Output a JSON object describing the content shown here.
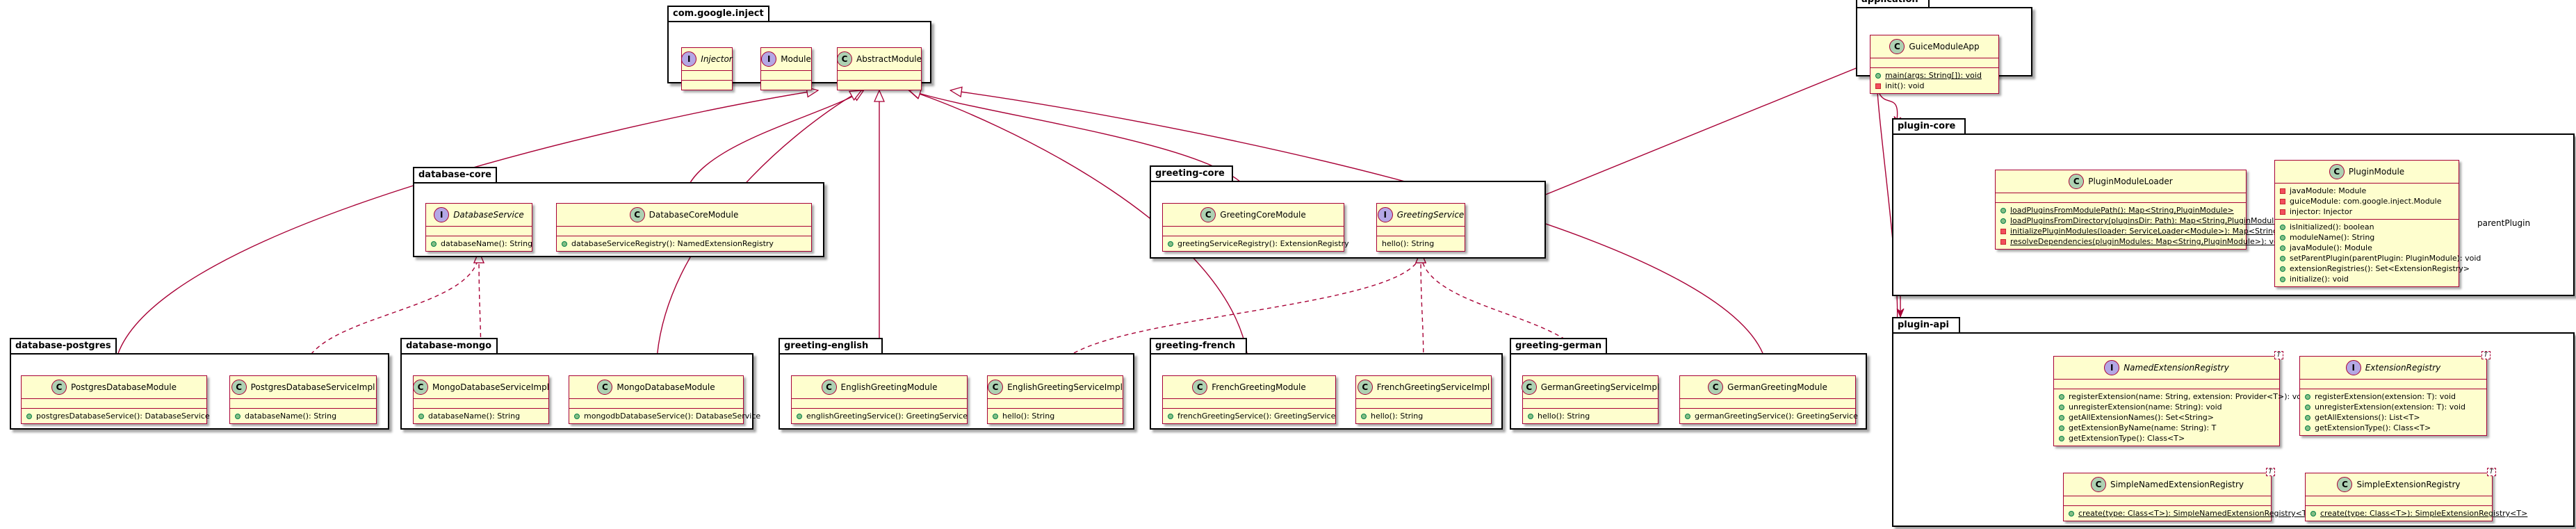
{
  "packages": [
    {
      "id": "com.google.inject",
      "title": "com.google.inject"
    },
    {
      "id": "database-core",
      "title": "database-core"
    },
    {
      "id": "database-postgres",
      "title": "database-postgres"
    },
    {
      "id": "database-mongo",
      "title": "database-mongo"
    },
    {
      "id": "greeting-core",
      "title": "greeting-core"
    },
    {
      "id": "greeting-english",
      "title": "greeting-english"
    },
    {
      "id": "greeting-french",
      "title": "greeting-french"
    },
    {
      "id": "greeting-german",
      "title": "greeting-german"
    },
    {
      "id": "application",
      "title": "application"
    },
    {
      "id": "plugin-core",
      "title": "plugin-core"
    },
    {
      "id": "plugin-api",
      "title": "plugin-api"
    }
  ],
  "classes": [
    {
      "id": "Injector",
      "type": "I",
      "name": "Injector",
      "abstract": true,
      "fields": [],
      "methods": []
    },
    {
      "id": "Module",
      "type": "I",
      "name": "Module",
      "abstract": false,
      "fields": [],
      "methods": []
    },
    {
      "id": "AbstractModule",
      "type": "C",
      "name": "AbstractModule",
      "abstract": false,
      "fields": [],
      "methods": []
    },
    {
      "id": "DatabaseService",
      "type": "I",
      "name": "DatabaseService",
      "abstract": true,
      "fields": [],
      "methods": [
        {
          "vis": "pub",
          "text": "databaseName(): String"
        }
      ]
    },
    {
      "id": "DatabaseCoreModule",
      "type": "C",
      "name": "DatabaseCoreModule",
      "abstract": false,
      "fields": [],
      "methods": [
        {
          "vis": "pub",
          "text": "databaseServiceRegistry(): NamedExtensionRegistry"
        }
      ]
    },
    {
      "id": "PostgresDatabaseModule",
      "type": "C",
      "name": "PostgresDatabaseModule",
      "abstract": false,
      "fields": [],
      "methods": [
        {
          "vis": "pub",
          "text": "postgresDatabaseService(): DatabaseService"
        }
      ]
    },
    {
      "id": "PostgresDatabaseServiceImpl",
      "type": "C",
      "name": "PostgresDatabaseServiceImpl",
      "abstract": false,
      "fields": [],
      "methods": [
        {
          "vis": "pub",
          "text": "databaseName(): String"
        }
      ]
    },
    {
      "id": "MongoDatabaseServiceImpl",
      "type": "C",
      "name": "MongoDatabaseServiceImpl",
      "abstract": false,
      "fields": [],
      "methods": [
        {
          "vis": "pub",
          "text": "databaseName(): String"
        }
      ]
    },
    {
      "id": "MongoDatabaseModule",
      "type": "C",
      "name": "MongoDatabaseModule",
      "abstract": false,
      "fields": [],
      "methods": [
        {
          "vis": "pub",
          "text": "mongodbDatabaseService(): DatabaseService"
        }
      ]
    },
    {
      "id": "GreetingCoreModule",
      "type": "C",
      "name": "GreetingCoreModule",
      "abstract": false,
      "fields": [],
      "methods": [
        {
          "vis": "pub",
          "text": "greetingServiceRegistry(): ExtensionRegistry"
        }
      ]
    },
    {
      "id": "GreetingService",
      "type": "I",
      "name": "GreetingService",
      "abstract": true,
      "fields": [],
      "methods": [
        {
          "vis": "none",
          "text": "hello(): String"
        }
      ]
    },
    {
      "id": "EnglishGreetingModule",
      "type": "C",
      "name": "EnglishGreetingModule",
      "abstract": false,
      "fields": [],
      "methods": [
        {
          "vis": "pub",
          "text": "englishGreetingService(): GreetingService"
        }
      ]
    },
    {
      "id": "EnglishGreetingServiceImpl",
      "type": "C",
      "name": "EnglishGreetingServiceImpl",
      "abstract": false,
      "fields": [],
      "methods": [
        {
          "vis": "pub",
          "text": "hello(): String"
        }
      ]
    },
    {
      "id": "FrenchGreetingModule",
      "type": "C",
      "name": "FrenchGreetingModule",
      "abstract": false,
      "fields": [],
      "methods": [
        {
          "vis": "pub",
          "text": "frenchGreetingService(): GreetingService"
        }
      ]
    },
    {
      "id": "FrenchGreetingServiceImpl",
      "type": "C",
      "name": "FrenchGreetingServiceImpl",
      "abstract": false,
      "fields": [],
      "methods": [
        {
          "vis": "pub",
          "text": "hello(): String"
        }
      ]
    },
    {
      "id": "GermanGreetingServiceImpl",
      "type": "C",
      "name": "GermanGreetingServiceImpl",
      "abstract": false,
      "fields": [],
      "methods": [
        {
          "vis": "pub",
          "text": "hello(): String"
        }
      ]
    },
    {
      "id": "GermanGreetingModule",
      "type": "C",
      "name": "GermanGreetingModule",
      "abstract": false,
      "fields": [],
      "methods": [
        {
          "vis": "pub",
          "text": "germanGreetingService(): GreetingService"
        }
      ]
    },
    {
      "id": "GuiceModuleApp",
      "type": "C",
      "name": "GuiceModuleApp",
      "abstract": false,
      "fields": [],
      "methods": [
        {
          "vis": "pub",
          "text": "main(args: String[]): void",
          "static": true
        },
        {
          "vis": "priv",
          "text": "init(): void"
        }
      ]
    },
    {
      "id": "PluginModuleLoader",
      "type": "C",
      "name": "PluginModuleLoader",
      "abstract": false,
      "fields": [],
      "methods": [
        {
          "vis": "pub",
          "text": "loadPluginsFromModulePath(): Map<String,PluginModule>",
          "static": true
        },
        {
          "vis": "pub",
          "text": "loadPluginsFromDirectory(pluginsDir: Path): Map<String,PluginModule>",
          "static": true
        },
        {
          "vis": "priv",
          "text": "initializePluginModules(loader: ServiceLoader<Module>): Map<String,PluginModule>",
          "static": true
        },
        {
          "vis": "priv",
          "text": "resolveDependencies(pluginModules: Map<String,PluginModule>): void",
          "static": true
        }
      ]
    },
    {
      "id": "PluginModule",
      "type": "C",
      "name": "PluginModule",
      "abstract": false,
      "fields": [
        {
          "vis": "priv",
          "text": "javaModule: Module"
        },
        {
          "vis": "priv",
          "text": "guiceModule: com.google.inject.Module"
        },
        {
          "vis": "priv",
          "text": "injector: Injector"
        }
      ],
      "methods": [
        {
          "vis": "pub",
          "text": "isInitialized(): boolean"
        },
        {
          "vis": "pub",
          "text": "moduleName(): String"
        },
        {
          "vis": "pub",
          "text": "javaModule(): Module"
        },
        {
          "vis": "pub",
          "text": "setParentPlugin(parentPlugin: PluginModule): void"
        },
        {
          "vis": "pub",
          "text": "extensionRegistries(): Set<ExtensionRegistry>"
        },
        {
          "vis": "pub",
          "text": "initialize(): void"
        }
      ]
    },
    {
      "id": "NamedExtensionRegistry",
      "type": "I",
      "name": "NamedExtensionRegistry",
      "abstract": true,
      "generic": "T",
      "fields": [],
      "methods": [
        {
          "vis": "pub",
          "text": "registerExtension(name: String, extension: Provider<T>): void"
        },
        {
          "vis": "pub",
          "text": "unregisterExtension(name: String): void"
        },
        {
          "vis": "pub",
          "text": "getAllExtensionNames(): Set<String>"
        },
        {
          "vis": "pub",
          "text": "getExtensionByName(name: String): T"
        },
        {
          "vis": "pub",
          "text": "getExtensionType(): Class<T>"
        }
      ]
    },
    {
      "id": "ExtensionRegistry",
      "type": "I",
      "name": "ExtensionRegistry",
      "abstract": true,
      "generic": "T",
      "fields": [],
      "methods": [
        {
          "vis": "pub",
          "text": "registerExtension(extension: T): void"
        },
        {
          "vis": "pub",
          "text": "unregisterExtension(extension: T): void"
        },
        {
          "vis": "pub",
          "text": "getAllExtensions(): List<T>"
        },
        {
          "vis": "pub",
          "text": "getExtensionType(): Class<T>"
        }
      ]
    },
    {
      "id": "SimpleNamedExtensionRegistry",
      "type": "C",
      "name": "SimpleNamedExtensionRegistry",
      "abstract": false,
      "generic": "T",
      "fields": [],
      "methods": [
        {
          "vis": "pub",
          "text": "create(type: Class<T>): SimpleNamedExtensionRegistry<T>",
          "static": true
        }
      ]
    },
    {
      "id": "SimpleExtensionRegistry",
      "type": "C",
      "name": "SimpleExtensionRegistry",
      "abstract": false,
      "generic": "T",
      "fields": [],
      "methods": [
        {
          "vis": "pub",
          "text": "create(type: Class<T>): SimpleExtensionRegistry<T>",
          "static": true
        }
      ]
    }
  ],
  "relations": [
    {
      "from": "Module",
      "to": "AbstractModule",
      "kind": "realization"
    },
    {
      "from": "AbstractModule",
      "to": "PostgresDatabaseModule",
      "kind": "extension"
    },
    {
      "from": "AbstractModule",
      "to": "DatabaseCoreModule",
      "kind": "extension"
    },
    {
      "from": "AbstractModule",
      "to": "MongoDatabaseModule",
      "kind": "extension"
    },
    {
      "from": "AbstractModule",
      "to": "EnglishGreetingModule",
      "kind": "extension"
    },
    {
      "from": "AbstractModule",
      "to": "FrenchGreetingModule",
      "kind": "extension"
    },
    {
      "from": "AbstractModule",
      "to": "GreetingCoreModule",
      "kind": "extension"
    },
    {
      "from": "AbstractModule",
      "to": "GermanGreetingModule",
      "kind": "extension"
    },
    {
      "from": "DatabaseService",
      "to": "PostgresDatabaseServiceImpl",
      "kind": "realization"
    },
    {
      "from": "DatabaseService",
      "to": "MongoDatabaseServiceImpl",
      "kind": "realization"
    },
    {
      "from": "GreetingService",
      "to": "EnglishGreetingServiceImpl",
      "kind": "realization"
    },
    {
      "from": "GreetingService",
      "to": "FrenchGreetingServiceImpl",
      "kind": "realization"
    },
    {
      "from": "GreetingService",
      "to": "GermanGreetingServiceImpl",
      "kind": "realization"
    },
    {
      "from": "NamedExtensionRegistry",
      "to": "SimpleNamedExtensionRegistry",
      "kind": "realization"
    },
    {
      "from": "ExtensionRegistry",
      "to": "SimpleExtensionRegistry",
      "kind": "realization"
    },
    {
      "from": "application",
      "to": "GreetingService",
      "kind": "dependency"
    },
    {
      "from": "application",
      "to": "plugin-core",
      "kind": "dependency"
    },
    {
      "from": "application",
      "to": "plugin-api",
      "kind": "dependency"
    },
    {
      "from": "plugin-core",
      "to": "plugin-api",
      "kind": "dependency"
    },
    {
      "from": "PluginModule",
      "to": "PluginModule",
      "kind": "self",
      "label": "parentPlugin"
    }
  ]
}
